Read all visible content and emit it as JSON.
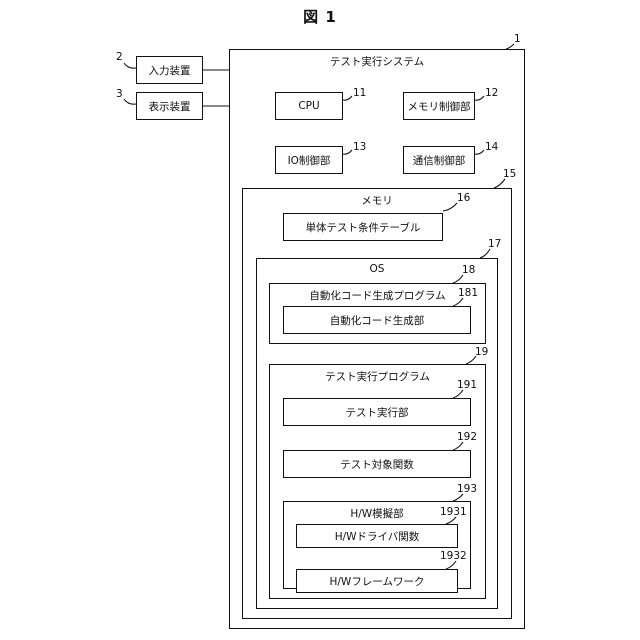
{
  "figure_title": "図 1",
  "external": {
    "input_device": {
      "label": "入力装置",
      "ref": "2"
    },
    "display_device": {
      "label": "表示装置",
      "ref": "3"
    }
  },
  "system": {
    "label": "テスト実行システム",
    "ref": "1",
    "cpu": {
      "label": "CPU",
      "ref": "11"
    },
    "memory_controller": {
      "label": "メモリ制御部",
      "ref": "12"
    },
    "io_controller": {
      "label": "IO制御部",
      "ref": "13"
    },
    "comm_controller": {
      "label": "通信制御部",
      "ref": "14"
    },
    "memory": {
      "label": "メモリ",
      "ref": "15",
      "unit_test_table": {
        "label": "単体テスト条件テーブル",
        "ref": "16"
      },
      "os": {
        "label": "OS",
        "ref": "17",
        "autogen_program": {
          "label": "自動化コード生成プログラム",
          "ref": "18",
          "autogen_unit": {
            "label": "自動化コード生成部",
            "ref": "181"
          }
        },
        "test_exec_program": {
          "label": "テスト実行プログラム",
          "ref": "19",
          "test_exec_unit": {
            "label": "テスト実行部",
            "ref": "191"
          },
          "target_function": {
            "label": "テスト対象関数",
            "ref": "192"
          },
          "hw_simulator": {
            "label": "H/W模擬部",
            "ref": "193",
            "driver_function": {
              "label": "H/Wドライバ関数",
              "ref": "1931"
            },
            "framework": {
              "label": "H/Wフレームワーク",
              "ref": "1932"
            }
          }
        }
      }
    }
  }
}
